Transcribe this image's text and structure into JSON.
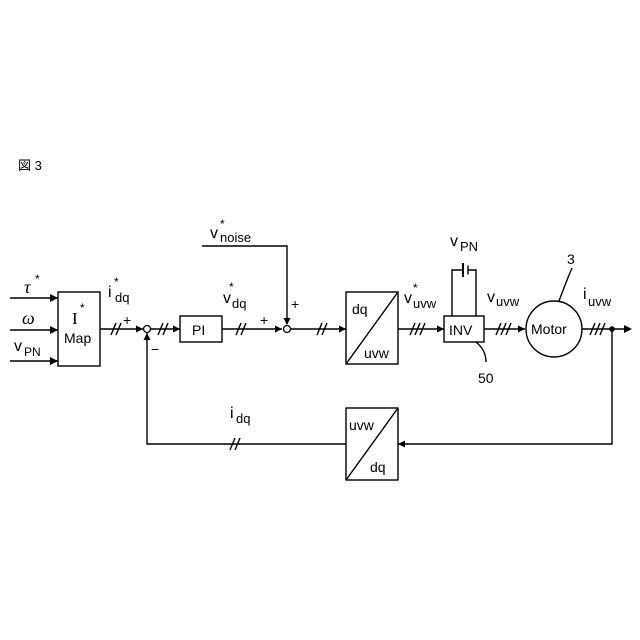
{
  "figure_label": "図 3",
  "inputs": {
    "tau": "τ",
    "tau_sup": "*",
    "omega": "ω",
    "vpn": "v",
    "vpn_sub": "PN"
  },
  "imap": {
    "line1": "I",
    "line1_sup": "*",
    "line2": "Map"
  },
  "idq_ref": {
    "base": "i",
    "sup": "*",
    "sub": "dq"
  },
  "signs": {
    "plus": "+",
    "minus": "−"
  },
  "pi_label": "PI",
  "vdq_ref": {
    "base": "v",
    "sup": "*",
    "sub": "dq"
  },
  "vnoise": {
    "base": "v",
    "sup": "*",
    "sub": "noise"
  },
  "dq_uvw": {
    "top": "dq",
    "bottom": "uvw"
  },
  "vuvw_ref": {
    "base": "v",
    "sup": "*",
    "sub": "uvw"
  },
  "vpn_inv": {
    "base": "v",
    "sub": "PN"
  },
  "vuvw": {
    "base": "v",
    "sub": "uvw"
  },
  "inv_label": "INV",
  "inv_ref_num": "50",
  "motor_label": "Motor",
  "motor_ref_num": "3",
  "iuvw": {
    "base": "i",
    "sub": "uvw"
  },
  "uvw_dq": {
    "top": "uvw",
    "bottom": "dq"
  },
  "idq_fb": {
    "base": "i",
    "sub": "dq"
  }
}
